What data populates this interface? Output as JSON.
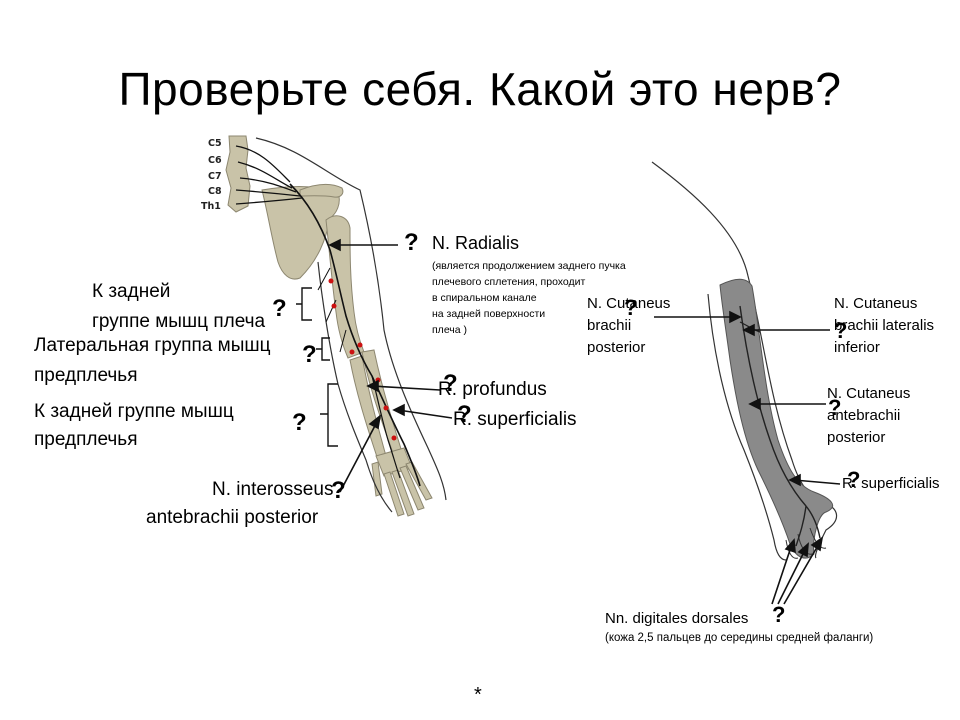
{
  "title": "Проверьте себя. Какой это нерв?",
  "spinal_roots": [
    "C5",
    "C6",
    "C7",
    "C8",
    "Th1"
  ],
  "left_figure": {
    "radialis": {
      "name": "N. Radialis",
      "description": [
        "(является продолжением заднего пучка",
        "плечевого сплетения, проходит",
        "в спиральном канале",
        "на задней поверхности",
        "плеча )"
      ],
      "mark": "?"
    },
    "to_posterior_arm": {
      "lines": [
        "К задней",
        "группе мышц плеча"
      ],
      "mark": "?"
    },
    "lateral_forearm": {
      "lines": [
        "Латеральная группа мышц",
        "предплечья"
      ],
      "mark": "?"
    },
    "posterior_forearm": {
      "lines": [
        "К задней группе мышц",
        "предплечья"
      ],
      "mark": "?"
    },
    "profundus": {
      "name": "R. profundus",
      "mark": "?"
    },
    "superficialis": {
      "name": "R. superficialis",
      "mark": "?"
    },
    "interosseus": {
      "lines": [
        "N. interosseus",
        "antebrachii posterior"
      ],
      "mark": "?"
    }
  },
  "right_figure": {
    "cut_brachii_post": {
      "lines": [
        "N. Cutaneus",
        "brachii",
        "posterior"
      ],
      "mark": "?"
    },
    "cut_brachii_lat_inf": {
      "lines": [
        "N. Cutaneus",
        "brachii lateralis",
        "inferior"
      ],
      "mark": "?"
    },
    "cut_antebrachii_post": {
      "lines": [
        "N. Cutaneus",
        "antebrachii",
        "posterior"
      ],
      "mark": "?"
    },
    "r_superficialis": {
      "name": "R. superficialis",
      "mark": "?"
    },
    "digitales": {
      "name": "Nn. digitales dorsales",
      "note": "(кожа 2,5 пальцев до середины средней фаланги)",
      "mark": "?"
    }
  },
  "footer_mark": "*",
  "colors": {
    "bone": "#c9c3a8",
    "bone_stroke": "#8d8770",
    "skin_shade": "#8a8a8a",
    "nerve_dot": "#cc1111"
  }
}
